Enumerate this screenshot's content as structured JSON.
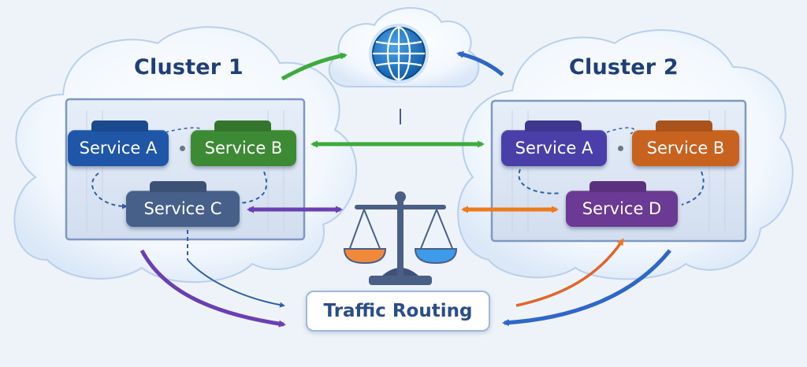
{
  "clusters": [
    {
      "title": "Cluster 1"
    },
    {
      "title": "Cluster 2"
    }
  ],
  "services": {
    "c1_a": {
      "label": "Service A",
      "color": "#1f56a8"
    },
    "c1_b": {
      "label": "Service B",
      "color": "#3d8a34"
    },
    "c1_c": {
      "label": "Service C",
      "color": "#46608a"
    },
    "c2_a": {
      "label": "Service A",
      "color": "#4a3fa8"
    },
    "c2_b": {
      "label": "Service B",
      "color": "#c8621f"
    },
    "c2_d": {
      "label": "Service D",
      "color": "#6a3a94"
    }
  },
  "routing": {
    "label": "Traffic Routing"
  },
  "colors": {
    "green": "#3dab3a",
    "blue": "#2f67c9",
    "purple": "#6a3fb5",
    "orange": "#ee7a1c",
    "pan_left": "#f08a3a",
    "pan_right": "#3d9be9",
    "scale": "#4a5f86"
  },
  "icons": [
    "globe-icon",
    "scale-icon"
  ]
}
